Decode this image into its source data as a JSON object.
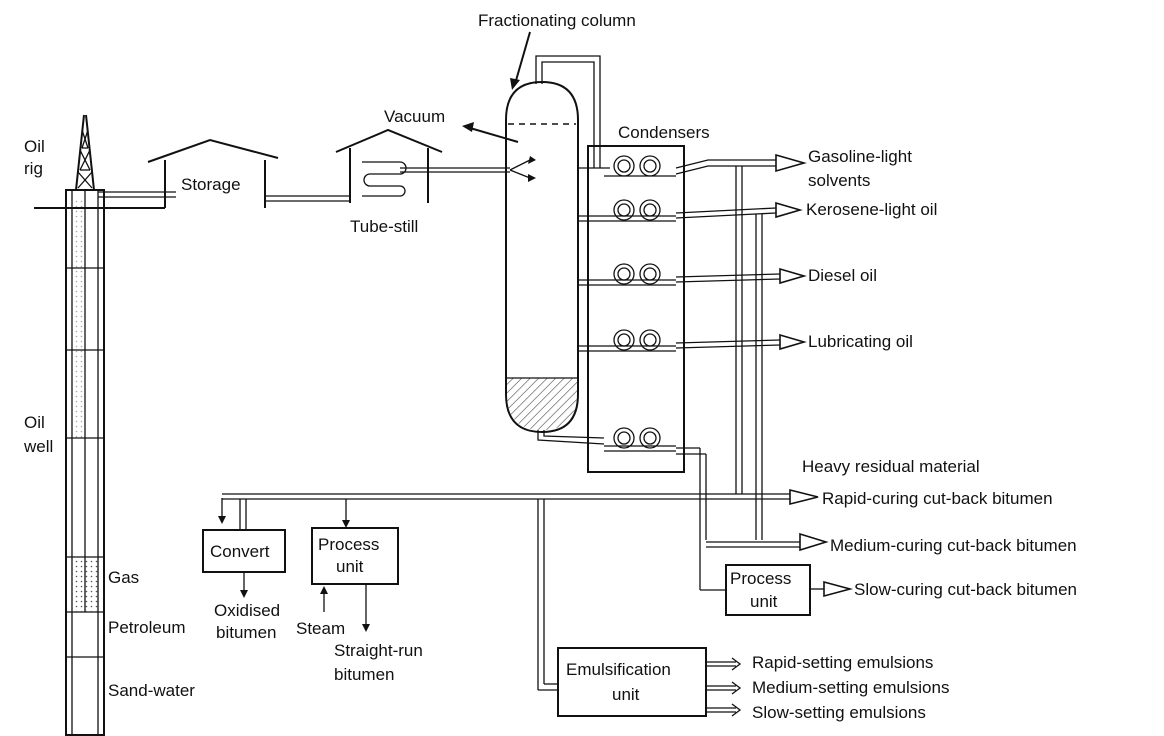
{
  "labels": {
    "fractionating_column": "Fractionating column",
    "vacuum": "Vacuum",
    "condensers": "Condensers",
    "oil_rig_1": "Oil",
    "oil_rig_2": "rig",
    "storage": "Storage",
    "tube_still": "Tube-still",
    "gasoline_1": "Gasoline-light",
    "gasoline_2": "solvents",
    "kerosene": "Kerosene-light oil",
    "diesel": "Diesel oil",
    "lubricating": "Lubricating oil",
    "oil_well_1": "Oil",
    "oil_well_2": "well",
    "heavy_residual": "Heavy residual material",
    "rapid_curing": "Rapid-curing cut-back bitumen",
    "medium_curing": "Medium-curing cut-back bitumen",
    "slow_curing": "Slow-curing cut-back bitumen",
    "convert": "Convert",
    "process_unit_1a": "Process",
    "process_unit_1b": "unit",
    "process_unit_2a": "Process",
    "process_unit_2b": "unit",
    "gas": "Gas",
    "petroleum": "Petroleum",
    "oxidised_1": "Oxidised",
    "oxidised_2": "bitumen",
    "steam": "Steam",
    "straight_run_1": "Straight-run",
    "straight_run_2": "bitumen",
    "sand_water": "Sand-water",
    "emulsification_1": "Emulsification",
    "emulsification_2": "unit",
    "rapid_setting": "Rapid-setting emulsions",
    "medium_setting": "Medium-setting emulsions",
    "slow_setting": "Slow-setting emulsions"
  }
}
